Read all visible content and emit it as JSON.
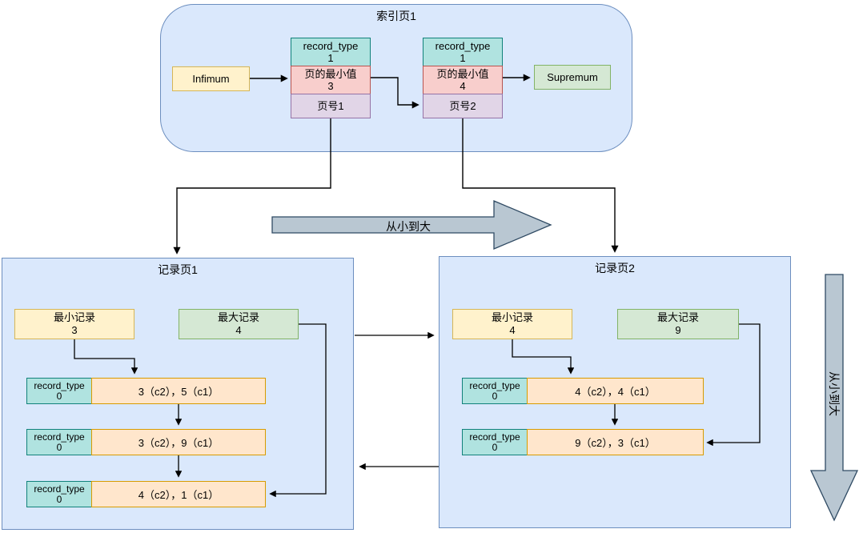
{
  "index_page": {
    "title": "索引页1",
    "infimum_label": "Infimum",
    "supremum_label": "Supremum",
    "records": [
      {
        "type_label": "record_type",
        "type_value": "1",
        "min_label": "页的最小值",
        "min_value": "3",
        "page_no": "页号1"
      },
      {
        "type_label": "record_type",
        "type_value": "1",
        "min_label": "页的最小值",
        "min_value": "4",
        "page_no": "页号2"
      }
    ]
  },
  "order_labels": {
    "horizontal": "从小到大",
    "vertical": "从小到大"
  },
  "record_pages": [
    {
      "title": "记录页1",
      "min_record": {
        "label": "最小记录",
        "value": "3"
      },
      "max_record": {
        "label": "最大记录",
        "value": "4"
      },
      "rows": [
        {
          "type_label": "record_type",
          "type_value": "0",
          "value": "3（c2），5（c1）"
        },
        {
          "type_label": "record_type",
          "type_value": "0",
          "value": "3（c2），9（c1）"
        },
        {
          "type_label": "record_type",
          "type_value": "0",
          "value": "4（c2），1（c1）"
        }
      ]
    },
    {
      "title": "记录页2",
      "min_record": {
        "label": "最小记录",
        "value": "4"
      },
      "max_record": {
        "label": "最大记录",
        "value": "9"
      },
      "rows": [
        {
          "type_label": "record_type",
          "type_value": "0",
          "value": "4（c2），4（c1）"
        },
        {
          "type_label": "record_type",
          "type_value": "0",
          "value": "9（c2），3（c1）"
        }
      ]
    }
  ],
  "colors": {
    "page_fill": "#dae8fc",
    "page_stroke": "#6c8ebf",
    "yellow_fill": "#fff2cc",
    "yellow_stroke": "#d6b656",
    "green_fill": "#d5e8d4",
    "green_stroke": "#82b366",
    "teal_fill": "#b0e3e0",
    "teal_stroke": "#11827b",
    "pink_fill": "#f8cecc",
    "pink_stroke": "#b85450",
    "purple_fill": "#e1d5e7",
    "purple_stroke": "#9673a6",
    "orange_fill": "#ffe6cc",
    "orange_stroke": "#d79b00",
    "big_arrow_fill": "#b9c7d2",
    "big_arrow_stroke": "#2f4a63",
    "connector": "#000000"
  }
}
